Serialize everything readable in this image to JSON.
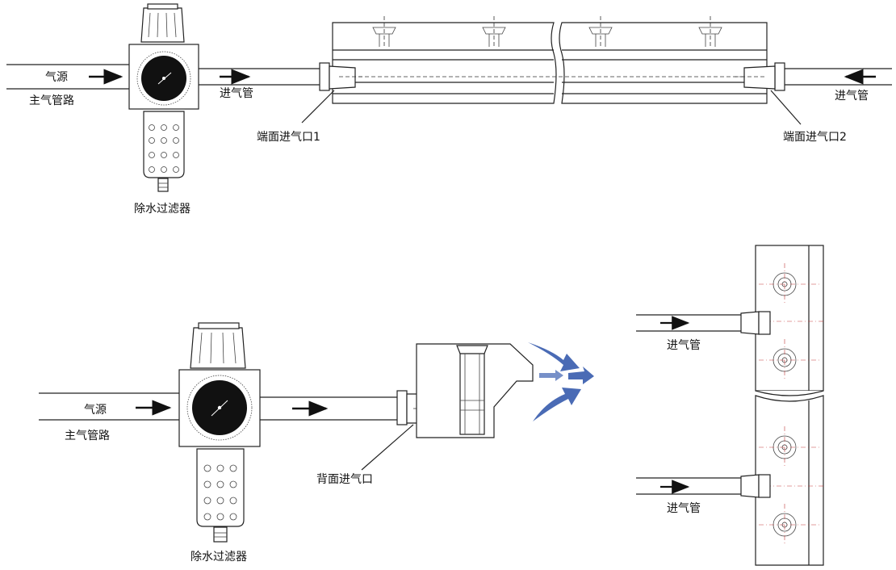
{
  "labels": {
    "top_source": "气源",
    "top_main_pipe": "主气管路",
    "top_inlet_pipe_left": "进气管",
    "top_end_inlet_1": "端面进气口1",
    "top_end_inlet_2": "端面进气口2",
    "top_inlet_pipe_right": "进气管",
    "top_filter": "除水过滤器",
    "bottom_source": "气源",
    "bottom_main_pipe": "主气管路",
    "bottom_back_inlet": "背面进气口",
    "bottom_filter": "除水过滤器",
    "side_inlet_pipe_1": "进气管",
    "side_inlet_pipe_2": "进气管"
  },
  "colors": {
    "line": "#222222",
    "centerline": "#c23b3b",
    "airflow": "#4a6bb5"
  }
}
